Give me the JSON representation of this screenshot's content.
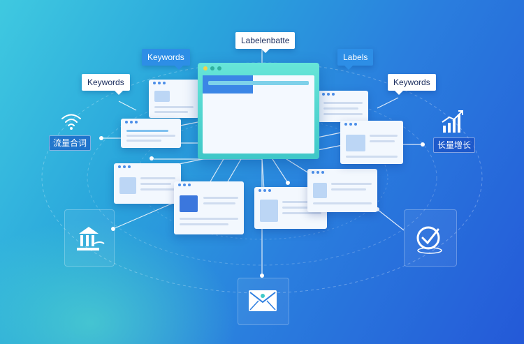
{
  "tags": {
    "top": "Labelenbatte",
    "keywords_left_top": "Keywords",
    "keywords_left": "Keywords",
    "labels_right": "Labels",
    "keywords_right": "Keywords"
  },
  "chinese_labels": {
    "left": "流量合词",
    "right": "长量增长"
  },
  "icons": [
    "wifi-icon",
    "bar-chart-up-icon",
    "bank-icon",
    "checkmark-target-icon",
    "mail-icon"
  ],
  "colors": {
    "bg_start": "#3fc9e0",
    "bg_end": "#2459d8",
    "main_frame": "#4fd6d0",
    "accent_blue": "#2d8ee6"
  }
}
